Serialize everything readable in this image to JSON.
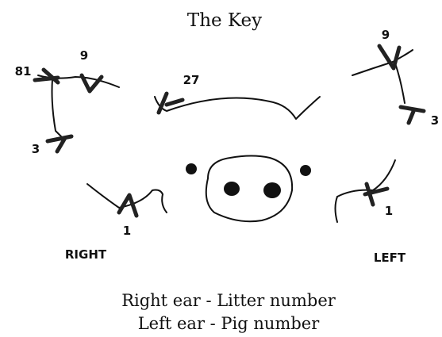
{
  "title": "The Key",
  "notch_values": {
    "right_ear_top_left": "81",
    "right_ear_top": "9",
    "right_ear_bottom_left": "3",
    "right_ear_bottom": "1",
    "head_top": "27",
    "left_ear_top": "9",
    "left_ear_right": "3",
    "left_ear_bottom": "1"
  },
  "labels": {
    "right": "RIGHT",
    "left": "LEFT"
  },
  "legend": {
    "line1": "Right ear - Litter number",
    "line2": "Left ear - Pig number"
  }
}
